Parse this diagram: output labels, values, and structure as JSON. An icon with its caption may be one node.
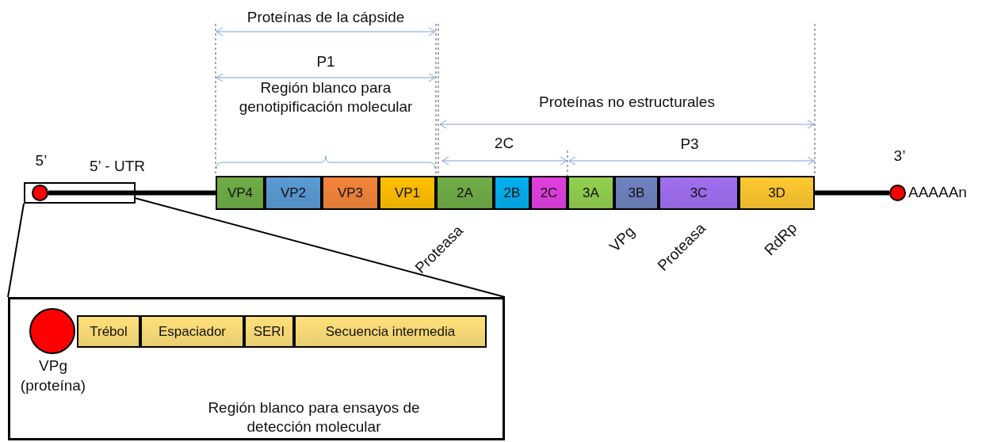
{
  "diagram": {
    "nodes": [
      {
        "text": [],
        "shape": "box"
      },
      {
        "text": [],
        "shape": "circle",
        "in": 0
      },
      {
        "text": [
          "VP4"
        ]
      },
      {
        "text": [
          "VP2"
        ]
      },
      {
        "text": [
          "VP3"
        ]
      },
      {
        "text": [
          "VP1"
        ]
      },
      {
        "text": [
          "2A"
        ]
      },
      {
        "text": [
          "2B"
        ]
      },
      {
        "text": [
          "2C"
        ]
      },
      {
        "text": [
          "3A"
        ]
      },
      {
        "text": [
          "3B"
        ]
      },
      {
        "text": [
          "3C"
        ]
      },
      {
        "text": [
          "3D"
        ]
      },
      {
        "text": [],
        "shape": "circle",
        "beside": [
          "AAAAAn"
        ]
      },
      {
        "text": [],
        "shape": "box"
      },
      {
        "text": [],
        "shape": "circle",
        "in": 14,
        "beside": [
          "VPg (proteína)"
        ]
      },
      {
        "text": [
          "Trébol"
        ],
        "in": 14
      },
      {
        "text": [
          "Espaciador"
        ],
        "in": 14
      },
      {
        "text": [
          "SERI"
        ],
        "in": 14
      },
      {
        "text": [
          "Secuencia intermedia"
        ],
        "in": 14
      }
    ],
    "edges": [
      {
        "from": 1,
        "to": 2,
        "arrow": "none",
        "style": "thick"
      },
      {
        "from": 12,
        "to": 13,
        "arrow": "none",
        "style": "thick"
      },
      {
        "from": 0,
        "to": 14,
        "arrow": "none"
      },
      {
        "from": 0,
        "to": 14,
        "arrow": "none"
      }
    ],
    "labels": [
      "Proteínas de la cápside",
      "P1",
      "Región blanco para genotipificación molecular",
      "Proteínas no estructurales",
      "2C",
      "P3",
      "5’",
      "5’ - UTR",
      "3’",
      "Proteasa",
      "VPg",
      "Proteasa",
      "RdRp",
      "Región blanco para ensayos de detección molecular"
    ]
  }
}
